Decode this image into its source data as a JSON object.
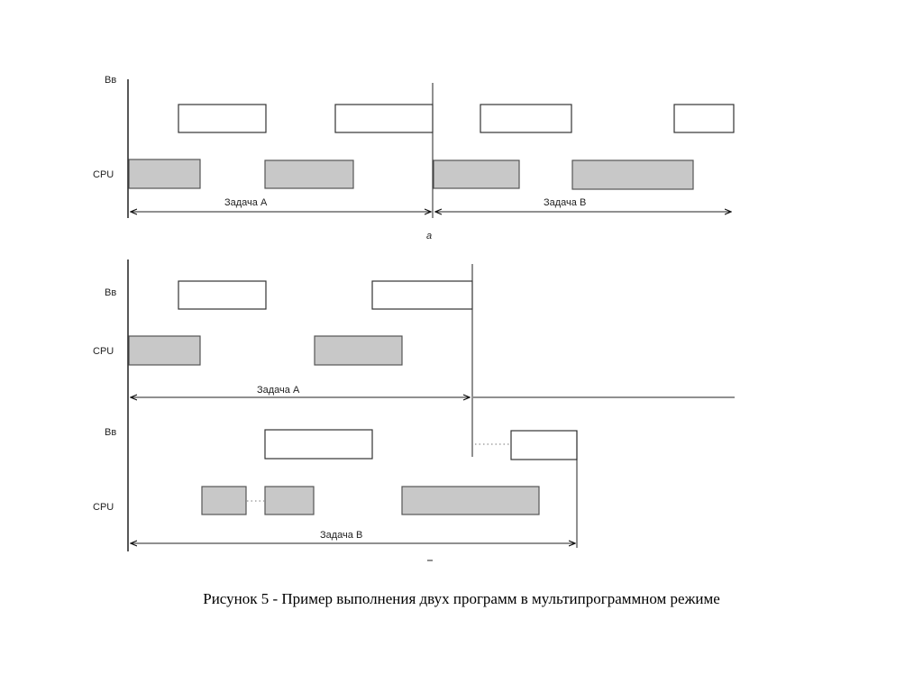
{
  "panel_a": {
    "label_io": "Вв",
    "label_cpu": "CPU",
    "task_a": "Задача A",
    "task_b": "Задача B",
    "sublabel": "а"
  },
  "panel_b": {
    "label_io_a": "Вв",
    "label_cpu_a": "CPU",
    "task_a": "Задача A",
    "label_io_b": "Вв",
    "label_cpu_b": "CPU",
    "task_b": "Задача B"
  },
  "caption": "Рисунок 5 - Пример выполнения двух программ в мультипрограммном режиме"
}
